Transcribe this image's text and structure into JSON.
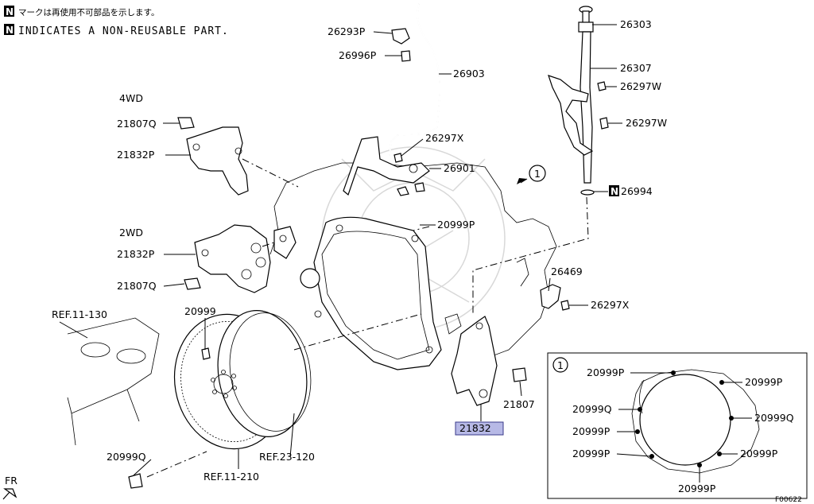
{
  "notes": {
    "badge": "N",
    "jp": "マークは再使用不可部品を示します。",
    "en": "INDICATES A NON-REUSABLE PART."
  },
  "groups": {
    "g4wd": "4WD",
    "g2wd": "2WD"
  },
  "refs": {
    "r1": "REF.11-130",
    "r2": "REF.23-120",
    "r3": "REF.11-210"
  },
  "labels": {
    "p26293P": "26293P",
    "p26996P": "26996P",
    "p26903": "26903",
    "p26303": "26303",
    "p26307": "26307",
    "p26297W_a": "26297W",
    "p26297W_b": "26297W",
    "p26297X_a": "26297X",
    "p26901": "26901",
    "p26994": "26994",
    "p20999P_a": "20999P",
    "p21807Q_a": "21807Q",
    "p21832P_a": "21832P",
    "p21832P_b": "21832P",
    "p21807Q_b": "21807Q",
    "p26469": "26469",
    "p26297X_b": "26297X",
    "p20999": "20999",
    "p21807": "21807",
    "p21832": "21832",
    "p20999Q_a": "20999Q",
    "fr": "FR"
  },
  "callout": {
    "marker": "1",
    "labels": {
      "c1": "20999P",
      "c2": "20999P",
      "c3": "20999Q",
      "c4": "20999Q",
      "c5": "20999P",
      "c6": "20999P",
      "c7": "20999P",
      "c8": "20999P"
    }
  },
  "figure_code": "F00622",
  "highlight_color": "#b7b9e6"
}
